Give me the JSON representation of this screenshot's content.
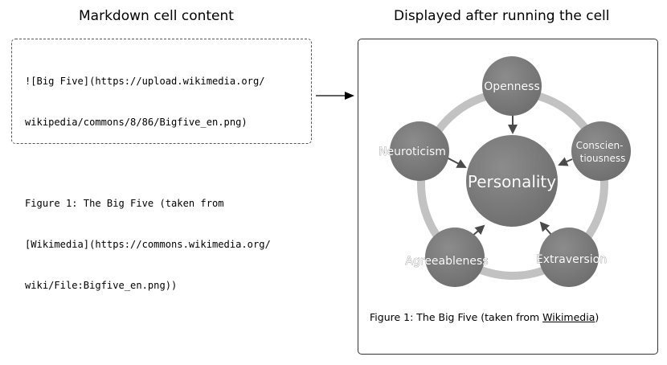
{
  "left_heading": "Markdown cell content",
  "right_heading": "Displayed after running the cell",
  "markdown": {
    "line1": "![Big Five](https://upload.wikimedia.org/",
    "line2": "wikipedia/commons/8/86/Bigfive_en.png)",
    "line3": "Figure 1: The Big Five (taken from",
    "line4": "[Wikimedia](https://commons.wikimedia.org/",
    "line5": "wiki/File:Bigfive_en.png))"
  },
  "diagram": {
    "center": "Personality",
    "openness": "Openness",
    "conscien_1": "Conscien-",
    "conscien_2": "tiousness",
    "extraversion": "Extraversion",
    "agreeableness": "Agreeableness",
    "neuroticism": "Neuroticism"
  },
  "caption": {
    "prefix": "Figure 1: The Big Five (taken from ",
    "link": "Wikimedia",
    "suffix": ")"
  },
  "colors": {
    "node_fill": "#7a7a7a",
    "ring": "#c2c2c2",
    "arrow": "#4a4a4a"
  }
}
